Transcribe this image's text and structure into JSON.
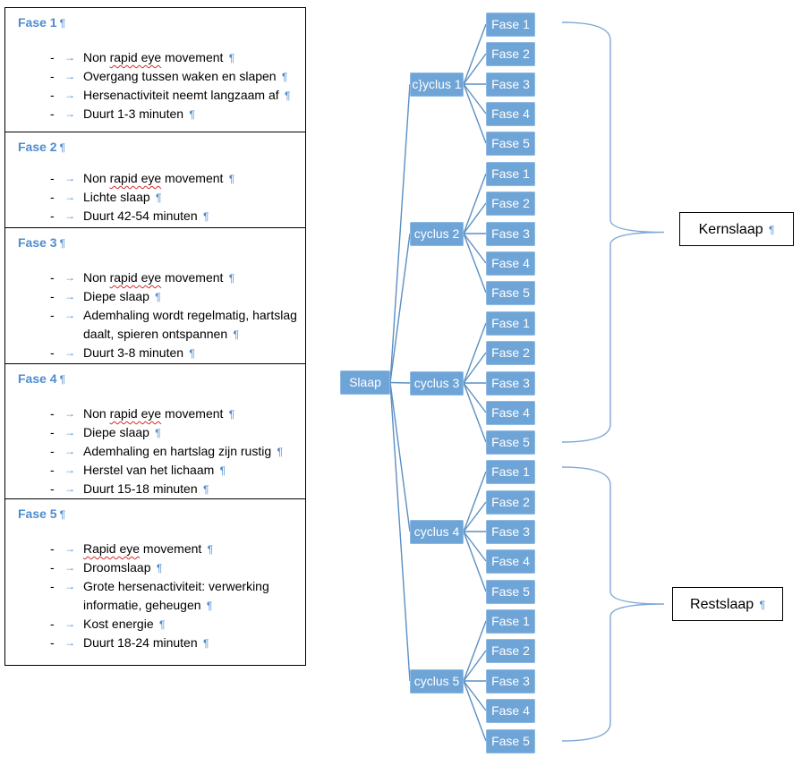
{
  "pilcrow": "¶",
  "dash": "-",
  "arrow": "→",
  "phases": [
    {
      "title": "Fase 1",
      "items": [
        {
          "pre": "Non ",
          "wavy": "rapid eye",
          "post": " movement"
        },
        {
          "pre": "Overgang tussen waken en slapen",
          "wavy": "",
          "post": ""
        },
        {
          "pre": "Hersenactiviteit neemt langzaam af",
          "wavy": "",
          "post": ""
        },
        {
          "pre": "Duurt 1-3 minuten",
          "wavy": "",
          "post": ""
        }
      ]
    },
    {
      "title": "Fase 2",
      "items": [
        {
          "pre": "Non ",
          "wavy": "rapid eye",
          "post": " movement"
        },
        {
          "pre": "Lichte slaap",
          "wavy": "",
          "post": ""
        },
        {
          "pre": "Duurt 42-54 minuten",
          "wavy": "",
          "post": ""
        }
      ]
    },
    {
      "title": "Fase 3",
      "items": [
        {
          "pre": "Non ",
          "wavy": "rapid eye",
          "post": " movement"
        },
        {
          "pre": "Diepe slaap",
          "wavy": "",
          "post": ""
        },
        {
          "pre": "Ademhaling wordt regelmatig, hartslag daalt, spieren ontspannen",
          "wavy": "",
          "post": ""
        },
        {
          "pre": "Duurt 3-8 minuten",
          "wavy": "",
          "post": ""
        }
      ]
    },
    {
      "title": "Fase 4",
      "items": [
        {
          "pre": "Non ",
          "wavy": "rapid eye",
          "post": " movement"
        },
        {
          "pre": "Diepe slaap",
          "wavy": "",
          "post": ""
        },
        {
          "pre": "Ademhaling en hartslag zijn rustig",
          "wavy": "",
          "post": ""
        },
        {
          "pre": "Herstel van het lichaam",
          "wavy": "",
          "post": ""
        },
        {
          "pre": "Duurt 15-18 minuten",
          "wavy": "",
          "post": ""
        }
      ]
    },
    {
      "title": "Fase 5",
      "items": [
        {
          "pre": "",
          "wavy": "Rapid eye",
          "post": " movement"
        },
        {
          "pre": "Droomslaap",
          "wavy": "",
          "post": ""
        },
        {
          "pre": "Grote hersenactiviteit: verwerking informatie, geheugen",
          "wavy": "",
          "post": ""
        },
        {
          "pre": "Kost energie",
          "wavy": "",
          "post": ""
        },
        {
          "pre": "Duurt 18-24 minuten",
          "wavy": "",
          "post": ""
        }
      ]
    }
  ],
  "diagram": {
    "root": "Slaap",
    "cycles": [
      {
        "label": "c}yclus 1",
        "fases": [
          "Fase 1",
          "Fase 2",
          "Fase 3",
          "Fase 4",
          "Fase 5"
        ]
      },
      {
        "label": "cyclus 2",
        "fases": [
          "Fase 1",
          "Fase 2",
          "Fase 3",
          "Fase 4",
          "Fase 5"
        ]
      },
      {
        "label": "cyclus 3",
        "fases": [
          "Fase 1",
          "Fase 2",
          "Fase 3",
          "Fase 4",
          "Fase 5"
        ]
      },
      {
        "label": "cyclus 4",
        "fases": [
          "Fase 1",
          "Fase 2",
          "Fase 3",
          "Fase 4",
          "Fase 5"
        ]
      },
      {
        "label": "cyclus 5",
        "fases": [
          "Fase 1",
          "Fase 2",
          "Fase 3",
          "Fase 4",
          "Fase 5"
        ]
      }
    ],
    "groups": [
      {
        "label": "Kernslaap"
      },
      {
        "label": "Restslaap"
      }
    ]
  },
  "colors": {
    "node": "#6ea4d6",
    "line": "#5b8fc4",
    "brace": "#7fa9d6",
    "pilcrow": "#4f8ccf",
    "wavy": "#d62b2b"
  }
}
